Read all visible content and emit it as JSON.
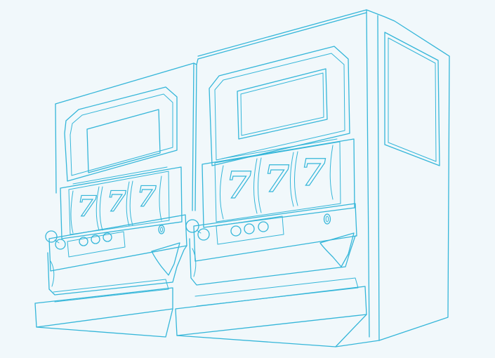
{
  "illustration": {
    "line_color": "#35b6d9",
    "background_color": "#f1f8fb",
    "machines": [
      {
        "reels": [
          "7",
          "7",
          "7"
        ],
        "buttons": 3
      },
      {
        "reels": [
          "7",
          "7",
          "7"
        ],
        "buttons": 3
      }
    ]
  }
}
